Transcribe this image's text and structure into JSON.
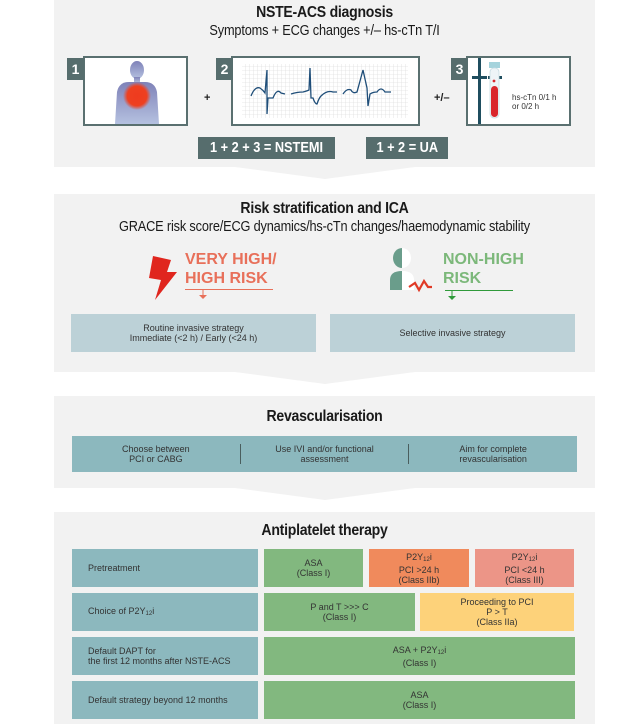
{
  "diagnosis": {
    "title": "NSTE-ACS diagnosis",
    "subtitle": "Symptoms + ECG changes +/– hs-cTn T/I",
    "steps": [
      {
        "number": "1",
        "icon": "chest-pain-person-icon"
      },
      {
        "number": "2",
        "icon": "ecg-trace-icon"
      },
      {
        "number": "3",
        "icon": "blood-test-tube-icon",
        "note_line1": "hs-cTn 0/1 h",
        "note_line2": "or 0/2 h"
      }
    ],
    "operators": [
      "+",
      "+/–"
    ],
    "outcomes": [
      "1 + 2 + 3 = NSTEMI",
      "1 + 2 = UA"
    ]
  },
  "risk": {
    "title": "Risk stratification and ICA",
    "subtitle": "GRACE risk score/ECG dynamics/hs-cTn changes/haemodynamic stability",
    "high": {
      "label_line1": "VERY HIGH/",
      "label_line2": "HIGH RISK",
      "color": "#e8705a",
      "icon": "lightning-bolt-icon",
      "strategy_line1": "Routine invasive strategy",
      "strategy_line2": "Immediate (<2 h) / Early (<24 h)"
    },
    "low": {
      "label_line1": "NON-HIGH",
      "label_line2": "RISK",
      "color": "#7cb87a",
      "icon": "stable-patient-icon",
      "strategy_line1": "Selective invasive strategy"
    }
  },
  "revascularisation": {
    "title": "Revascularisation",
    "items": [
      {
        "line1": "Choose between",
        "line2": "PCI or CABG"
      },
      {
        "line1": "Use IVI and/or functional",
        "line2": "assessment"
      },
      {
        "line1": "Aim for complete",
        "line2": "revascularisation"
      }
    ]
  },
  "antiplatelet": {
    "title": "Antiplatelet therapy",
    "rows": [
      {
        "label": "Pretreatment",
        "cells": [
          {
            "line1": "ASA",
            "line2": "(Class I)",
            "color": "#82b87f"
          },
          {
            "line1_pre": "P2Y",
            "line1_sub": "12",
            "line1_post": "i",
            "line2": "PCI >24 h",
            "line3": "(Class IIb)",
            "color": "#f08a5c"
          },
          {
            "line1_pre": "P2Y",
            "line1_sub": "12",
            "line1_post": "i",
            "line2": "PCI <24 h",
            "line3": "(Class III)",
            "color": "#ec9587"
          }
        ]
      },
      {
        "label_pre": "Choice of P2Y",
        "label_sub": "12",
        "label_post": "i",
        "cells": [
          {
            "line1": "P and T >>> C",
            "line2": "(Class I)",
            "color": "#82b87f"
          },
          {
            "line1": "Proceeding to PCI",
            "line2": "P > T",
            "line3": "(Class IIa)",
            "color": "#fdd27a"
          }
        ]
      },
      {
        "label_line1": "Default DAPT for",
        "label_line2": "the first 12 months after NSTE-ACS",
        "cells": [
          {
            "line1_pre": "ASA + P2Y",
            "line1_sub": "12",
            "line1_post": "i",
            "line2": "(Class I)",
            "color": "#82b87f"
          }
        ]
      },
      {
        "label": "Default strategy beyond 12 months",
        "cells": [
          {
            "line1": "ASA",
            "line2": "(Class I)",
            "color": "#82b87f"
          }
        ]
      }
    ]
  }
}
